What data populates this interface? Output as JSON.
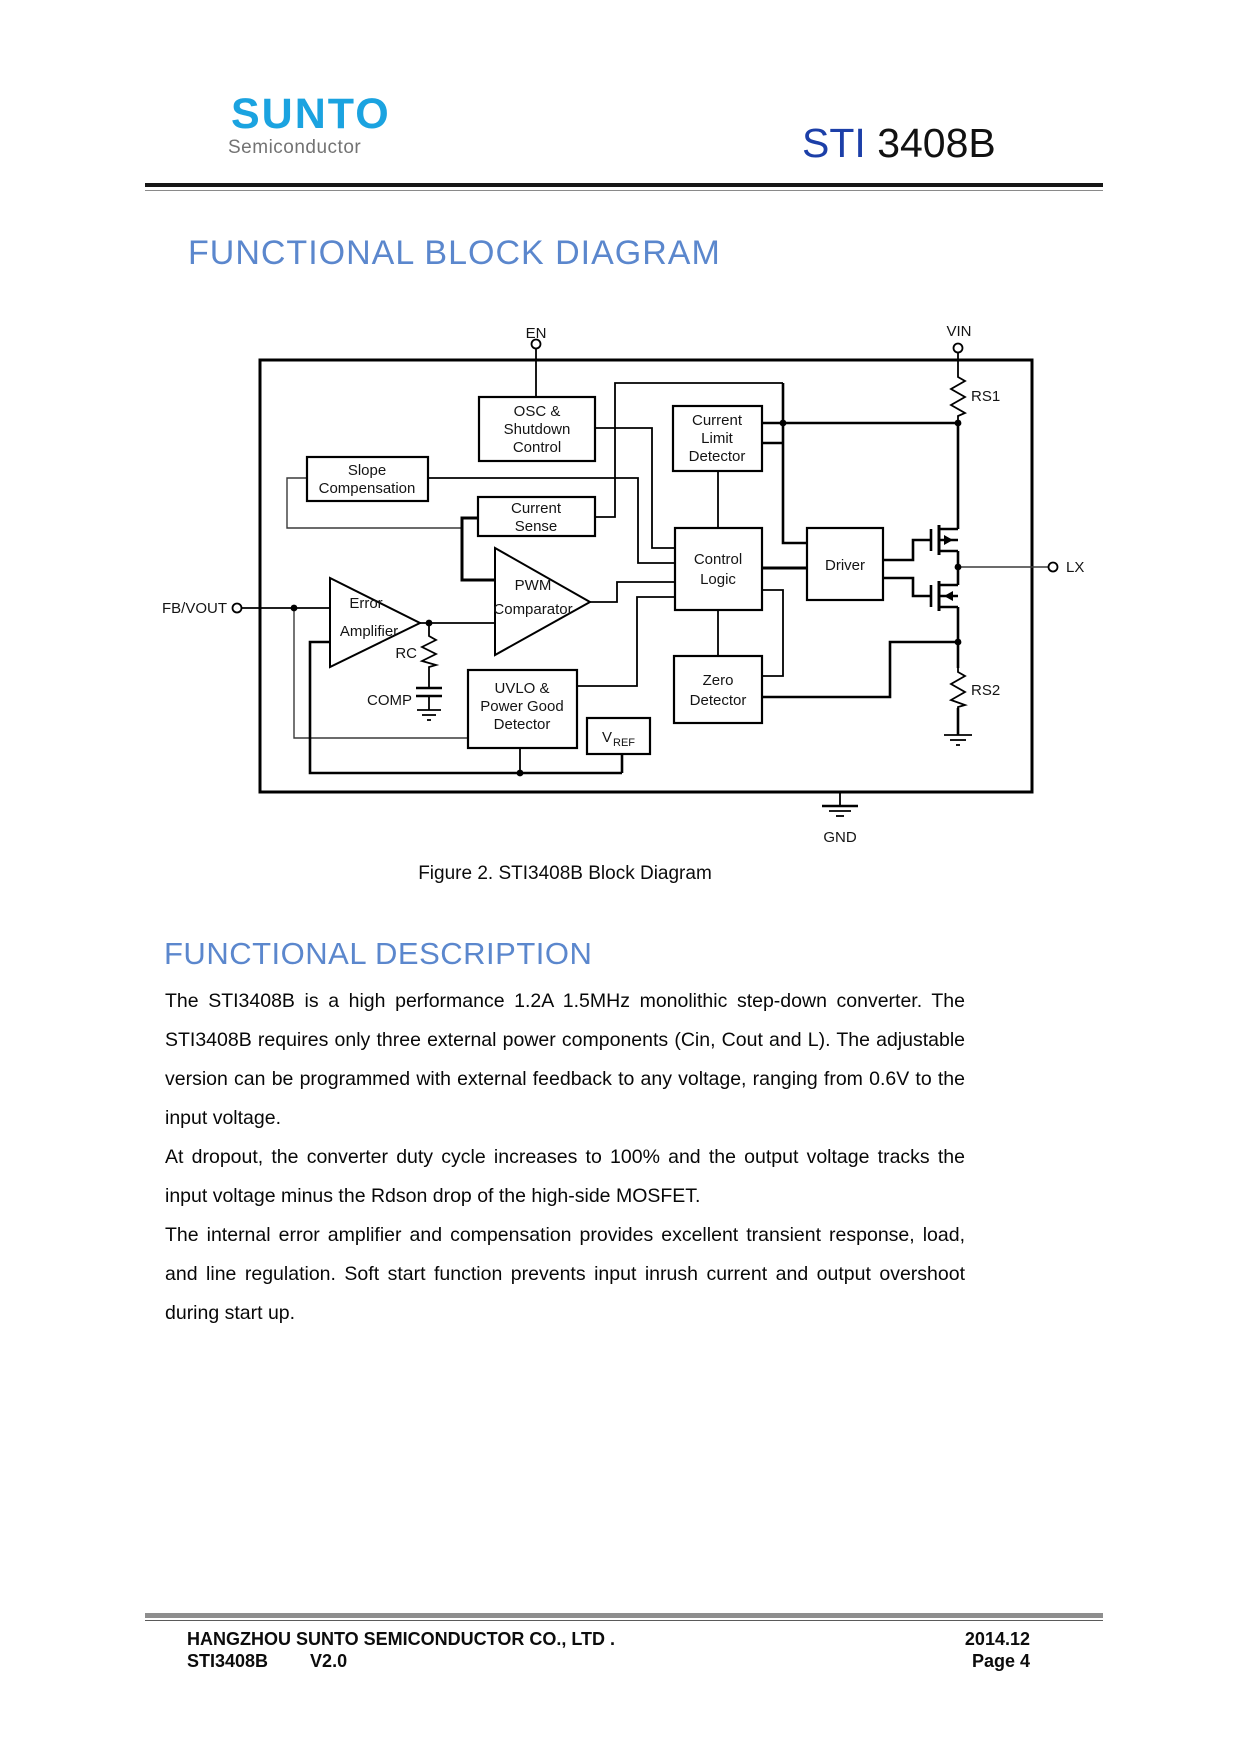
{
  "header": {
    "logo_text": "SUNTO",
    "logo_subtitle": "Semiconductor",
    "doc_title_blue": "STI",
    "doc_title_black": " 3408B"
  },
  "block_diagram_section": {
    "heading": "FUNCTIONAL BLOCK DIAGRAM",
    "caption": "Figure 2. STI3408B Block Diagram"
  },
  "diagram": {
    "pins": {
      "en": "EN",
      "vin": "VIN",
      "lx": "LX",
      "fb_vout": "FB/VOUT",
      "comp": "COMP",
      "gnd": "GND"
    },
    "nets": {
      "rc": "RC",
      "rs1": "RS1",
      "rs2": "RS2"
    },
    "blocks": {
      "osc": [
        "OSC &",
        "Shutdown",
        "Control"
      ],
      "slope": [
        "Slope",
        "Compensation"
      ],
      "current_sense": [
        "Current",
        "Sense"
      ],
      "current_limit": [
        "Current",
        "Limit",
        "Detector"
      ],
      "control_logic": [
        "Control",
        "Logic"
      ],
      "driver": [
        "Driver"
      ],
      "zero_detector": [
        "Zero",
        "Detector"
      ],
      "uvlo": [
        "UVLO &",
        "Power Good",
        "Detector"
      ],
      "error_amp": [
        "Error",
        "Amplifier"
      ],
      "pwm_comparator": [
        "PWM",
        "Comparator"
      ],
      "vref_main": "V",
      "vref_sub": "REF"
    }
  },
  "description_section": {
    "heading": "FUNCTIONAL DESCRIPTION",
    "paragraphs": [
      "The STI3408B is a high performance 1.2A 1.5MHz monolithic step-down converter. The STI3408B requires only three external power components (Cin, Cout and L). The adjustable version can be programmed with external feedback to any voltage, ranging from 0.6V to the input voltage.",
      "At dropout, the converter duty cycle increases to 100% and the output voltage tracks the input voltage minus the Rdson drop of the high-side MOSFET.",
      "The internal error amplifier and compensation provides excellent transient response, load, and line regulation. Soft start function prevents input inrush current and output overshoot during start up."
    ]
  },
  "footer": {
    "company": "HANGZHOU SUNTO SEMICONDUCTOR CO., LTD .",
    "date": "2014.12",
    "part": "STI3408B",
    "version": "V2.0",
    "page": "Page 4"
  },
  "colors": {
    "heading_blue": "#5b87cd",
    "logo_blue": "#1ba3e0",
    "title_blue": "#1c3fa8",
    "subtitle_gray": "#737373"
  }
}
